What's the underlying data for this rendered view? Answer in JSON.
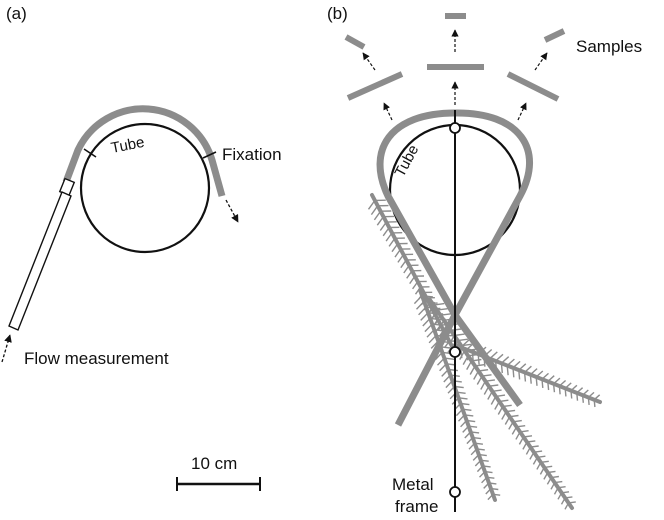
{
  "panels": {
    "a": {
      "label": "(a)",
      "tube_label": "Tube",
      "fixation_label": "Fixation",
      "flow_label": "Flow measurement"
    },
    "b": {
      "label": "(b)",
      "tube_label": "Tube",
      "samples_label": "Samples",
      "frame_label_line1": "Metal",
      "frame_label_line2": "frame"
    }
  },
  "scale_bar": {
    "label": "10 cm"
  },
  "colors": {
    "tube": "#8c8c8c",
    "ink": "#111111",
    "background": "#ffffff"
  }
}
